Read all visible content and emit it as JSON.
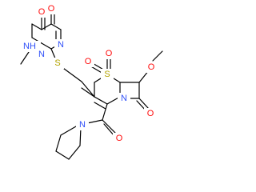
{
  "colors": {
    "bond": "#000000",
    "O": "#ff0d0d",
    "N": "#3050f8",
    "S": "#b3a300",
    "background": "#ffffff"
  },
  "atoms": {
    "o_ring_top_left": "O",
    "o_ring_top_right": "O",
    "nh": "NH",
    "n_ring_right": "N",
    "n_methyl": "N",
    "s_thioether": "S",
    "o_sulfone_1": "O",
    "o_sulfone_2": "O",
    "s_ring": "S",
    "o_methoxy": "O",
    "n_lactam": "N",
    "o_lactam": "O",
    "o_amide": "O",
    "n_pyrrolidine": "N"
  }
}
